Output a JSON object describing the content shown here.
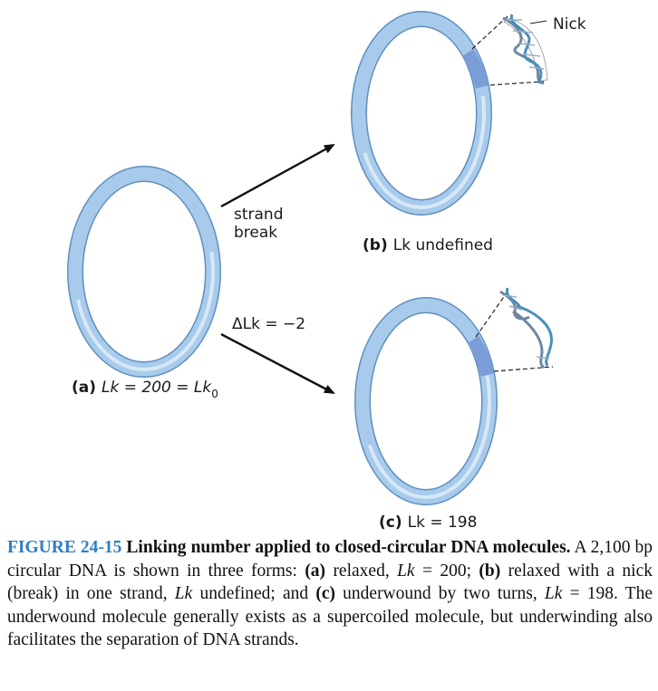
{
  "diagram": {
    "nick_label": "Nick",
    "arrow_top_label_line1": "strand",
    "arrow_top_label_line2": "break",
    "arrow_bottom_label": "ΔLk = −2",
    "label_a": {
      "tag": "(a)",
      "text": "Lk = 200 = Lk",
      "subscript": "0"
    },
    "label_b": {
      "tag": "(b)",
      "text": "Lk undefined"
    },
    "label_c": {
      "tag": "(c)",
      "text": "Lk = 198"
    }
  },
  "caption": {
    "figure_number": "FIGURE 24-15",
    "title": "Linking number applied to closed-circular DNA molecules.",
    "s1": "A 2,100 bp circular DNA is shown in three forms: ",
    "a_tag": "(a)",
    "s2": " relaxed, ",
    "lk1": "Lk",
    "s3": " = 200; ",
    "b_tag": "(b)",
    "s4": " relaxed with a nick (break) in one strand, ",
    "lk2": "Lk",
    "s5": " undefined; and ",
    "c_tag": "(c)",
    "s6": " underwound by two turns, ",
    "lk3": "Lk",
    "s7": " = 198. The underwound molecule generally exists as a supercoiled molecule, but underwinding also facilitates the separation of DNA strands."
  },
  "colors": {
    "ring_fill": "#a8cbeb",
    "ring_edge": "#5f8fc0",
    "ring_highlight": "#d6e8f7",
    "segment": "#7b9ed8",
    "caption_accent": "#2f7fc3"
  }
}
